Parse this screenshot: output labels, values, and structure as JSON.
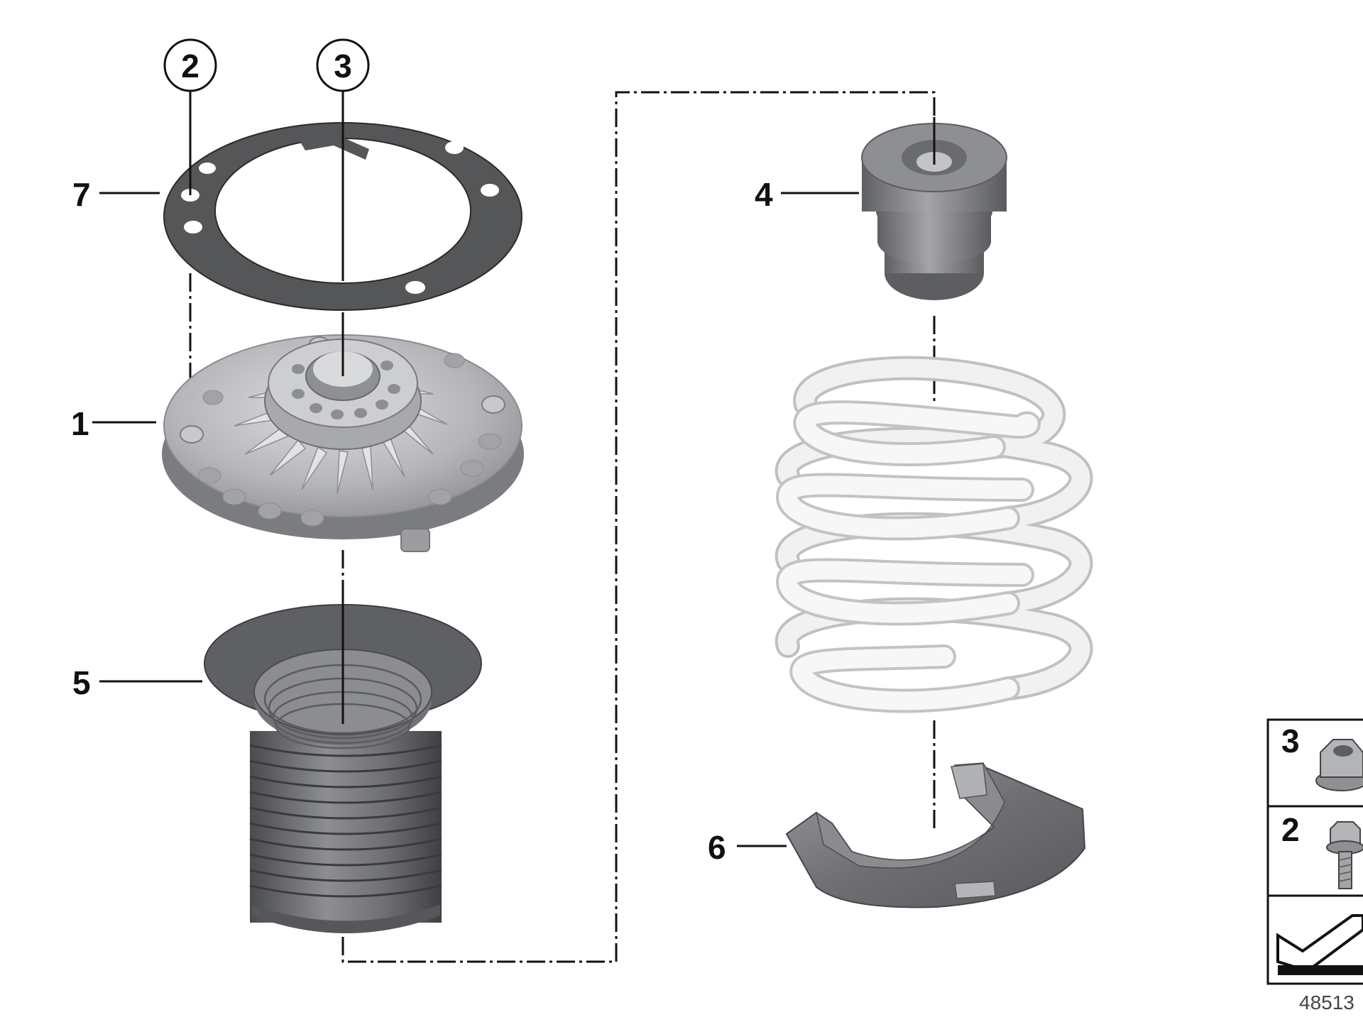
{
  "callouts": {
    "c1": "1",
    "c2": "2",
    "c3": "3",
    "c4": "4",
    "c5": "5",
    "c6": "6",
    "c7": "7"
  },
  "legend": {
    "item_a": "3",
    "item_b": "2"
  },
  "diagram_id": "48513",
  "colors": {
    "line": "#111111",
    "gasket": "#555555",
    "metal": "#b9babc",
    "rubber": "#6c6d70",
    "spring": "#eeeeee"
  }
}
